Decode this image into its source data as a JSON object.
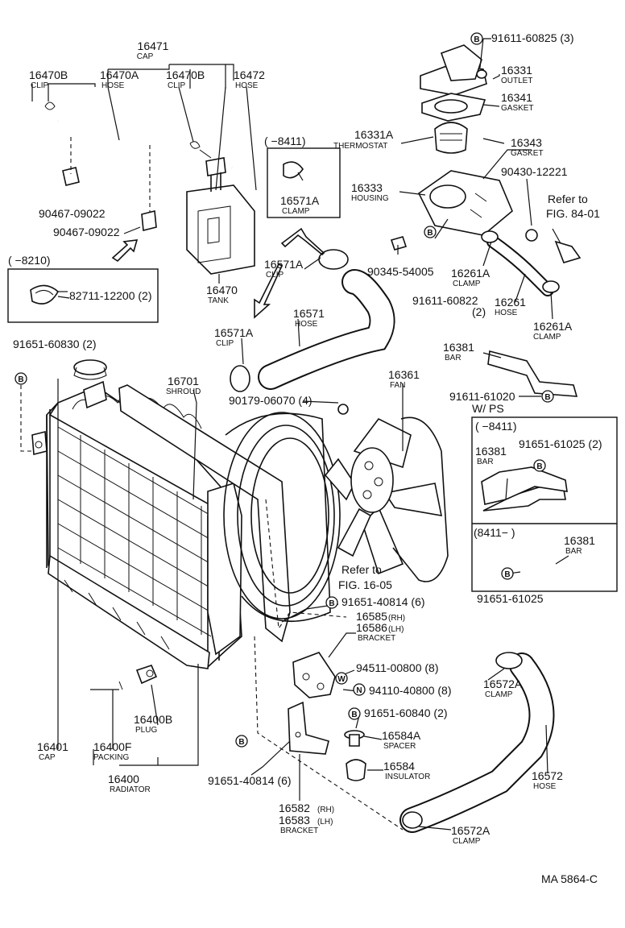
{
  "labels": {
    "l16471": {
      "num": "16471",
      "name": "CAP"
    },
    "l16470B_1": {
      "num": "16470B",
      "name": "CLIP"
    },
    "l16470A": {
      "num": "16470A",
      "name": "HOSE"
    },
    "l16470B_2": {
      "num": "16470B",
      "name": "CLIP"
    },
    "l16472": {
      "num": "16472",
      "name": "HOSE"
    },
    "l90467_a": {
      "num": "90467-09022"
    },
    "l90467_b": {
      "num": "90467-09022"
    },
    "l16470": {
      "num": "16470",
      "name": "TANK"
    },
    "l82711": {
      "num": "82711-12200 (2)"
    },
    "l16571A_box": {
      "num": "16571A",
      "name": "CLAMP"
    },
    "l16571A_clip1": {
      "num": "16571A",
      "name": "CLIP"
    },
    "l16571A_clip2": {
      "num": "16571A",
      "name": "CLIP"
    },
    "l16571": {
      "num": "16571",
      "name": "HOSE"
    },
    "l91611_60825": {
      "num": "91611-60825 (3)"
    },
    "l16331": {
      "num": "16331",
      "name": "OUTLET"
    },
    "l16341": {
      "num": "16341",
      "name": "GASKET"
    },
    "l16331A": {
      "num": "16331A",
      "name": "THERMOSTAT"
    },
    "l16343": {
      "num": "16343",
      "name": "GASKET"
    },
    "l16333": {
      "num": "16333",
      "name": "HOUSING"
    },
    "l90430": {
      "num": "90430-12221"
    },
    "l90345": {
      "num": "90345-54005"
    },
    "l16261A_1": {
      "num": "16261A",
      "name": "CLAMP"
    },
    "l91611_60822": {
      "num": "91611-60822",
      "qty": "(2)"
    },
    "l16261": {
      "num": "16261",
      "name": "HOSE"
    },
    "l16261A_2": {
      "num": "16261A",
      "name": "CLAMP"
    },
    "l16381_top": {
      "num": "16381",
      "name": "BAR"
    },
    "l91611_61020": {
      "num": "91611-61020"
    },
    "l16361": {
      "num": "16361",
      "name": "FAN"
    },
    "l16701": {
      "num": "16701",
      "name": "SHROUD"
    },
    "l90179": {
      "num": "90179-06070 (4)"
    },
    "l91651_60830": {
      "num": "91651-60830 (2)"
    },
    "l16381_b1": {
      "num": "16381",
      "name": "BAR"
    },
    "l91651_61025_2": {
      "num": "91651-61025 (2)"
    },
    "l16381_b2": {
      "num": "16381",
      "name": "BAR"
    },
    "l91651_61025": {
      "num": "91651-61025"
    },
    "l91651_40814_6a": {
      "num": "91651-40814 (6)"
    },
    "l16585": {
      "num": "16585",
      "suffix": "(RH)"
    },
    "l16586": {
      "num": "16586",
      "suffix": "(LH)",
      "name": "BRACKET"
    },
    "l94511": {
      "num": "94511-00800 (8)"
    },
    "l94110": {
      "num": "94110-40800 (8)"
    },
    "l91651_60840": {
      "num": "91651-60840 (2)"
    },
    "l16584A": {
      "num": "16584A",
      "name": "SPACER"
    },
    "l16584": {
      "num": "16584",
      "name": "INSULATOR"
    },
    "l16572A_1": {
      "num": "16572A",
      "name": "CLAMP"
    },
    "l16572": {
      "num": "16572",
      "name": "HOSE"
    },
    "l16572A_2": {
      "num": "16572A",
      "name": "CLAMP"
    },
    "l16400B": {
      "num": "16400B",
      "name": "PLUG"
    },
    "l16401": {
      "num": "16401",
      "name": "CAP"
    },
    "l16400F": {
      "num": "16400F",
      "name": "PACKING"
    },
    "l16400": {
      "num": "16400",
      "name": "RADIATOR"
    },
    "l91651_40814_6b": {
      "num": "91651-40814 (6)"
    },
    "l16582": {
      "num": "16582",
      "suffix": "(RH)"
    },
    "l16583": {
      "num": "16583",
      "suffix": "(LH)",
      "name": "BRACKET"
    }
  },
  "refs": {
    "fig84": {
      "line1": "Refer to",
      "line2": "FIG. 84-01"
    },
    "fig16": {
      "line1": "Refer to",
      "line2": "FIG. 16-05"
    }
  },
  "ranges": {
    "to8210": "(  −8210)",
    "to8411_top": "(  −8411)",
    "to8411_ps": "(  −8411)",
    "from8411": "(8411−       )"
  },
  "variant": "W/ PS",
  "markers": {
    "b": "B",
    "w": "W",
    "n": "N"
  },
  "figure_code": "MA  5864-C"
}
